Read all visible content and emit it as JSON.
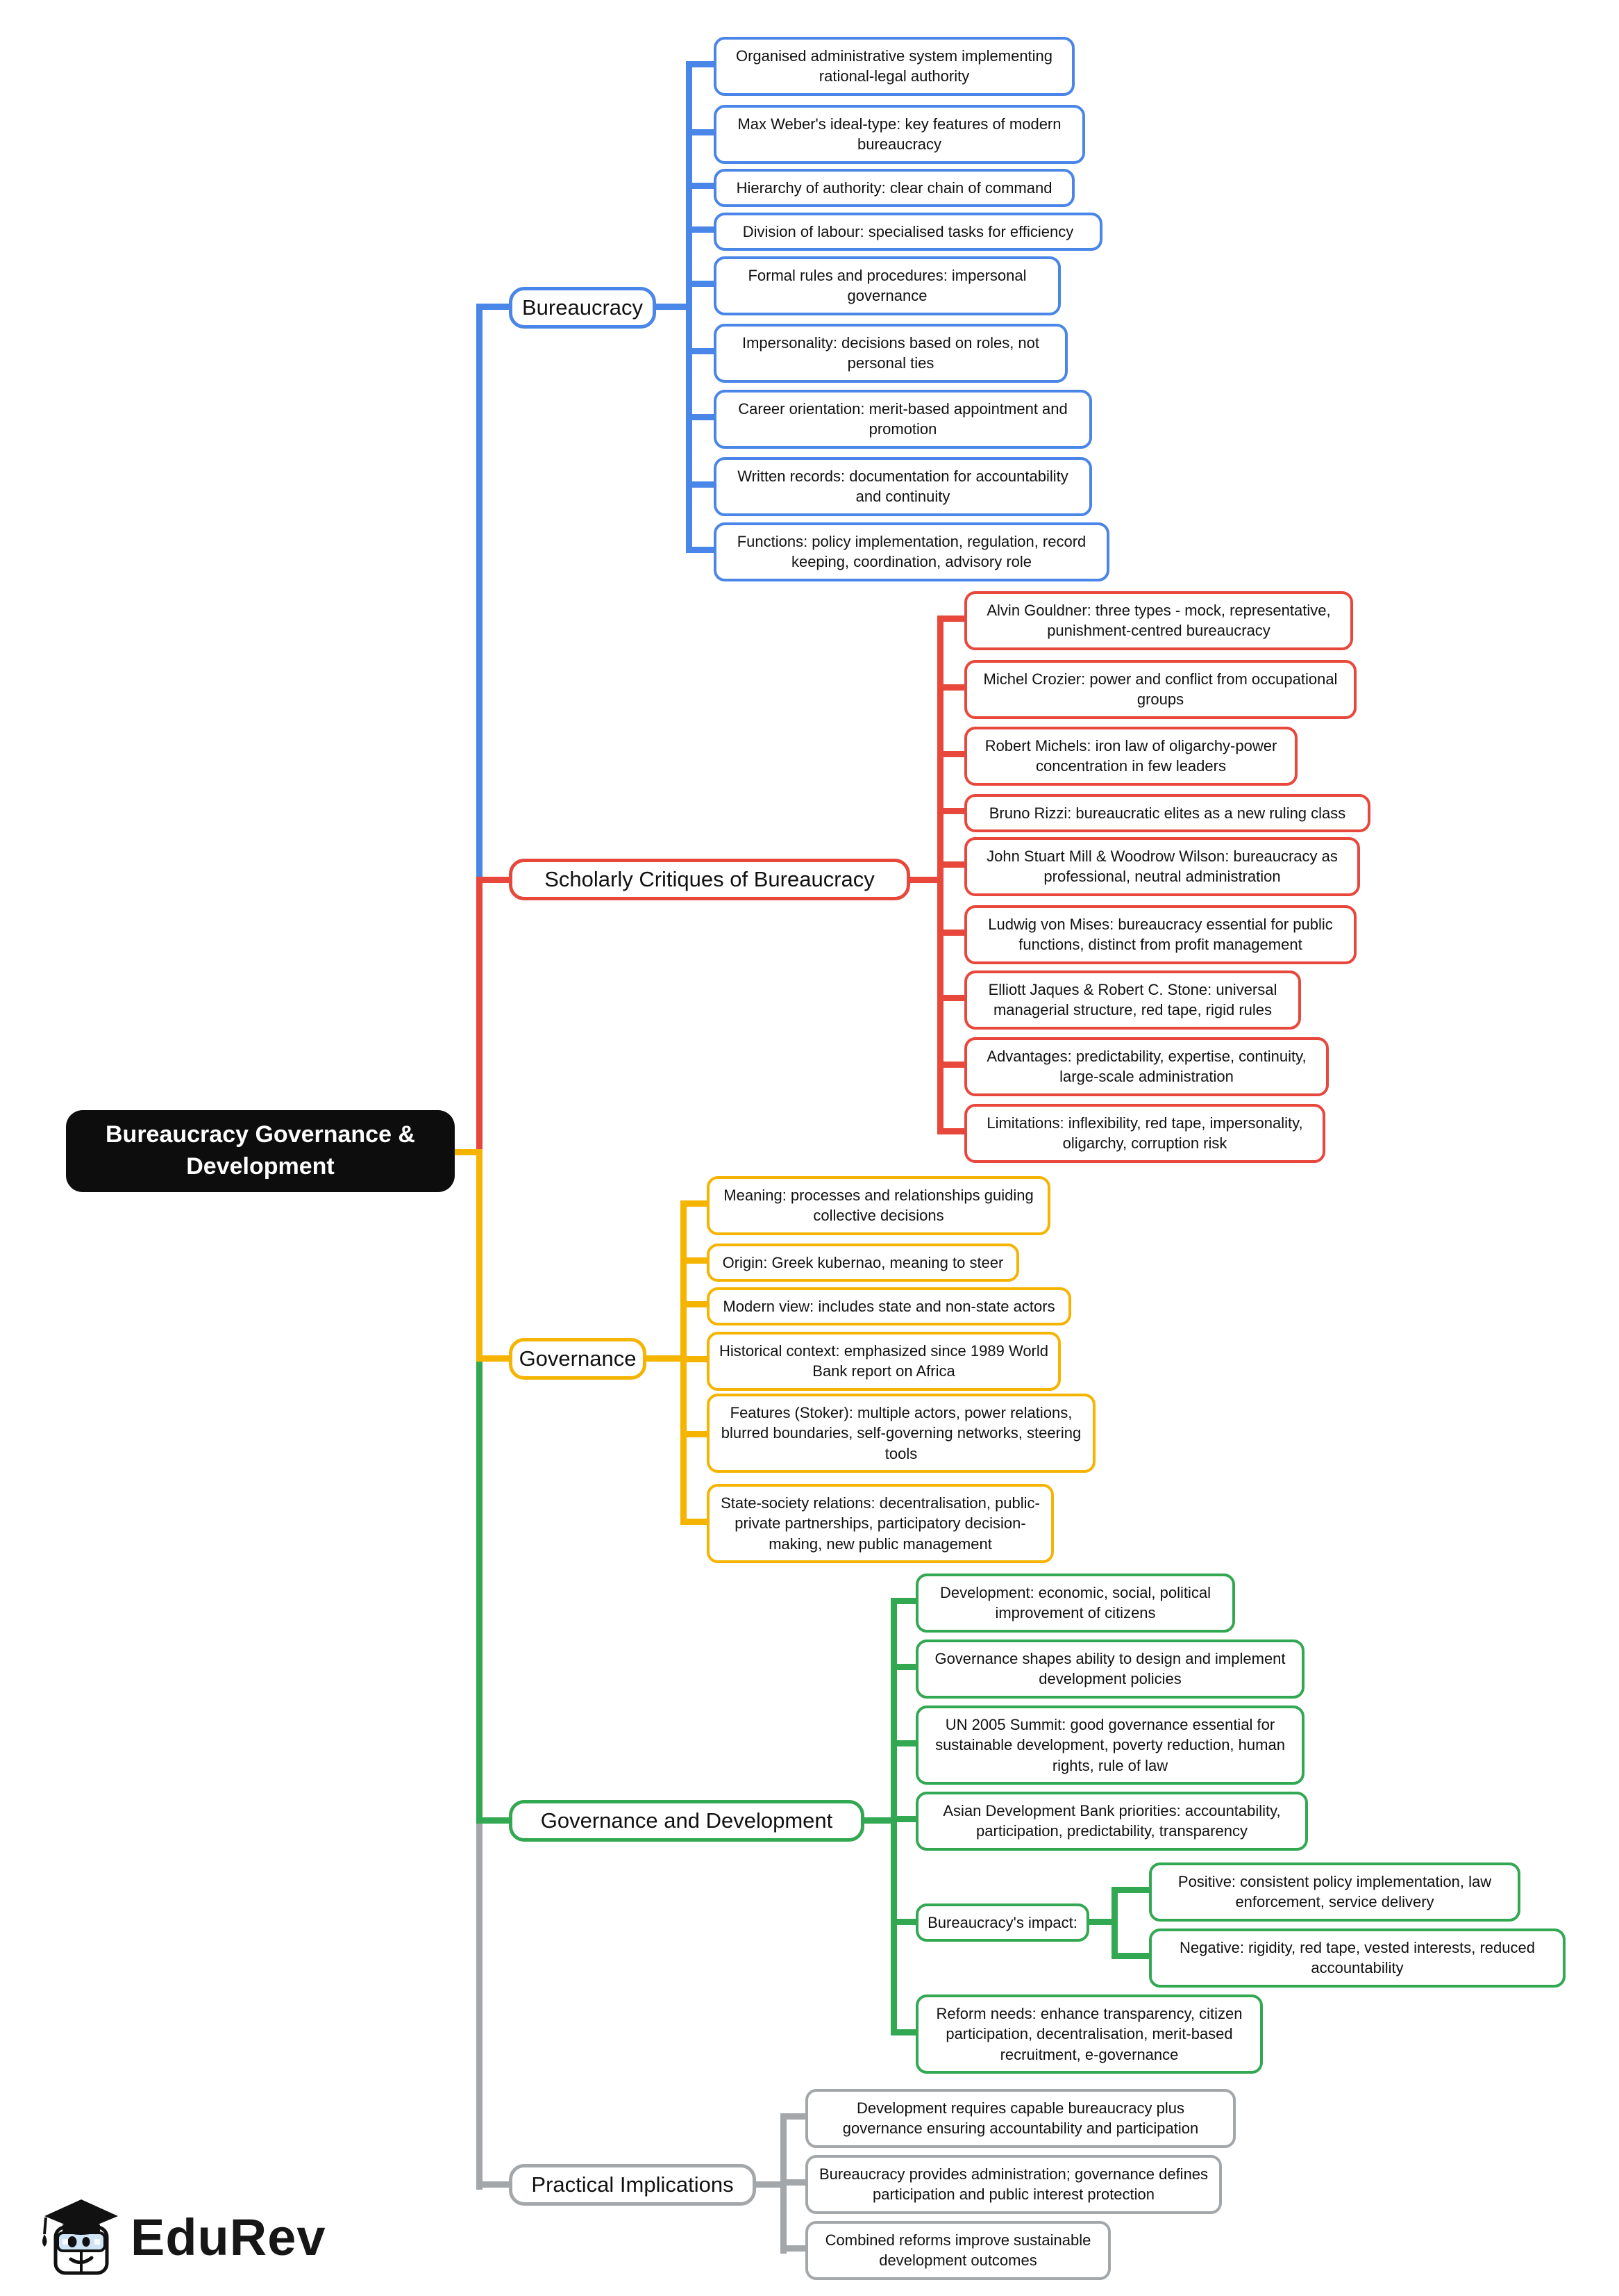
{
  "root": {
    "label": "Bureaucracy Governance & Development"
  },
  "colors": {
    "bureaucracy": "#4a86e8",
    "scholarly_critiques": "#e8473c",
    "governance": "#f5b400",
    "governance_development": "#33a852",
    "practical_implications": "#a3a7aa",
    "root_bg": "#0d0d0d"
  },
  "branches": [
    {
      "label": "Bureaucracy",
      "color": "#4a86e8",
      "children": [
        {
          "text": "Organised administrative system implementing rational-legal authority"
        },
        {
          "text": "Max Weber's ideal-type: key features of modern bureaucracy"
        },
        {
          "text": "Hierarchy of authority: clear chain of command"
        },
        {
          "text": "Division of labour: specialised tasks for efficiency"
        },
        {
          "text": "Formal rules and procedures: impersonal governance"
        },
        {
          "text": "Impersonality: decisions based on roles, not personal ties"
        },
        {
          "text": "Career orientation: merit-based appointment and promotion"
        },
        {
          "text": "Written records: documentation for accountability and continuity"
        },
        {
          "text": "Functions: policy implementation, regulation, record keeping, coordination, advisory role"
        }
      ]
    },
    {
      "label": "Scholarly Critiques of Bureaucracy",
      "color": "#e8473c",
      "children": [
        {
          "text": "Alvin Gouldner: three types - mock, representative, punishment-centred bureaucracy"
        },
        {
          "text": "Michel Crozier: power and conflict from occupational groups"
        },
        {
          "text": "Robert Michels: iron law of oligarchy-power concentration in few leaders"
        },
        {
          "text": "Bruno Rizzi: bureaucratic elites as a new ruling class"
        },
        {
          "text": "John Stuart Mill & Woodrow Wilson: bureaucracy as professional, neutral administration"
        },
        {
          "text": "Ludwig von Mises: bureaucracy essential for public functions, distinct from profit management"
        },
        {
          "text": "Elliott Jaques & Robert C. Stone: universal managerial structure, red tape, rigid rules"
        },
        {
          "text": "Advantages: predictability, expertise, continuity, large-scale administration"
        },
        {
          "text": "Limitations: inflexibility, red tape, impersonality, oligarchy, corruption risk"
        }
      ]
    },
    {
      "label": "Governance",
      "color": "#f5b400",
      "children": [
        {
          "text": "Meaning: processes and relationships guiding collective decisions"
        },
        {
          "text": "Origin: Greek kubernao, meaning to steer"
        },
        {
          "text": "Modern view: includes state and non-state actors"
        },
        {
          "text": "Historical context: emphasized since 1989 World Bank report on Africa"
        },
        {
          "text": "Features (Stoker): multiple actors, power relations, blurred boundaries, self-governing networks, steering tools"
        },
        {
          "text": "State-society relations: decentralisation, public-private partnerships, participatory decision-making, new public management"
        }
      ]
    },
    {
      "label": "Governance and Development",
      "color": "#33a852",
      "children": [
        {
          "text": "Development: economic, social, political improvement of citizens"
        },
        {
          "text": "Governance shapes ability to design and implement development policies"
        },
        {
          "text": "UN 2005 Summit: good governance essential for sustainable development, poverty reduction, human rights, rule of law"
        },
        {
          "text": "Asian Development Bank priorities: accountability, participation, predictability, transparency"
        },
        {
          "text": "Bureaucracy's impact:",
          "children": [
            {
              "text": "Positive: consistent policy implementation, law enforcement, service delivery"
            },
            {
              "text": "Negative: rigidity, red tape, vested interests, reduced accountability"
            }
          ]
        },
        {
          "text": "Reform needs: enhance transparency, citizen participation, decentralisation, merit-based recruitment, e-governance"
        }
      ]
    },
    {
      "label": "Practical Implications",
      "color": "#a3a7aa",
      "children": [
        {
          "text": "Development requires capable bureaucracy plus governance ensuring accountability and participation"
        },
        {
          "text": "Bureaucracy provides administration; governance defines participation and public interest protection"
        },
        {
          "text": "Combined reforms improve sustainable development outcomes"
        }
      ]
    }
  ],
  "logo": {
    "brand": "EduRev"
  }
}
